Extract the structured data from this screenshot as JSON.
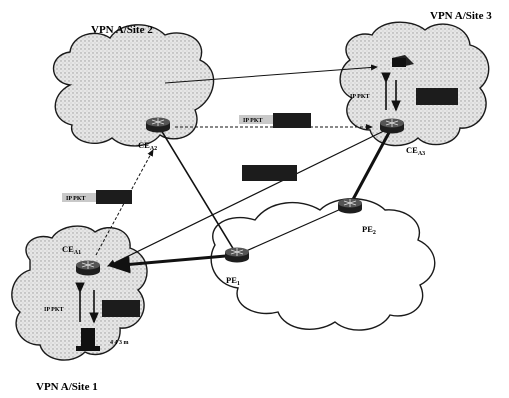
{
  "sites": {
    "site1": "VPN A/Site 1",
    "site2": "VPN A/Site 2",
    "site3": "VPN A/Site 3"
  },
  "routers": {
    "ce_a1": {
      "main": "CE",
      "sub": "A1"
    },
    "ce_a2": {
      "main": "CE",
      "sub": "A2"
    },
    "ce_a3": {
      "main": "CE",
      "sub": "A3"
    },
    "pe_1": {
      "main": "PE",
      "sub": "1"
    },
    "pe_2": {
      "main": "PE",
      "sub": "2"
    }
  },
  "packets": {
    "ce_a1_to_a2": "IP PKT",
    "ce_a2_to_a3": "IP PKT",
    "site3_host": "IP PKT",
    "site1_host": "IP PKT"
  },
  "host_small_text": "4 4 3 m",
  "colors": {
    "cloud_fill": "#e2e2e2",
    "cloud_stroke": "#1a1a1a",
    "router_fill": "#2e2e2e",
    "label_box_fill": "#1c1c1c",
    "pkt_box_fill": "#c9c9c9"
  }
}
